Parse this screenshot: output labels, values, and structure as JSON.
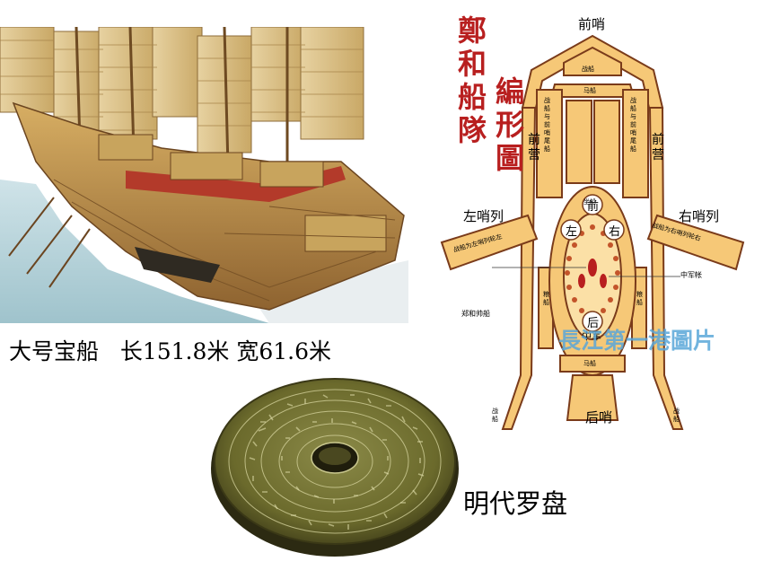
{
  "ship": {
    "caption": "大号宝船   长151.8米 宽61.6米"
  },
  "formation": {
    "title_chars": [
      "鄭",
      "和",
      "船",
      "隊",
      "編",
      "形",
      "圖"
    ],
    "labels": {
      "front_scout": "前哨",
      "front_camp_left": "前营",
      "front_camp_right": "前营",
      "left_scout_column": "左哨列",
      "right_scout_column": "右哨列",
      "rear_scout": "后哨",
      "front": "前",
      "left": "左",
      "right": "右",
      "rear": "后",
      "center_army": "中军",
      "center_army_tent": "中军帐",
      "zheng_he_flagship": "郑和帅船"
    },
    "ship_types": {
      "battle": "战船",
      "horse": "马船",
      "grain": "粮船",
      "seat": "坐船",
      "supply": "战船与前哨尾船",
      "left_col": "战船为左哨列轮左",
      "right_col": "战船为右哨列轮右"
    },
    "watermark": "長江第一港圖片"
  },
  "compass": {
    "caption": "明代罗盘"
  },
  "colors": {
    "ship_tan": "#d9b56a",
    "formation_fill": "#f6c877",
    "formation_stroke": "#7a3b1a",
    "title_red": "#b81f1f",
    "watermark_blue": "#5aa7d9",
    "compass_green": "#6b6a2c",
    "sea": "#b9d6dd"
  }
}
